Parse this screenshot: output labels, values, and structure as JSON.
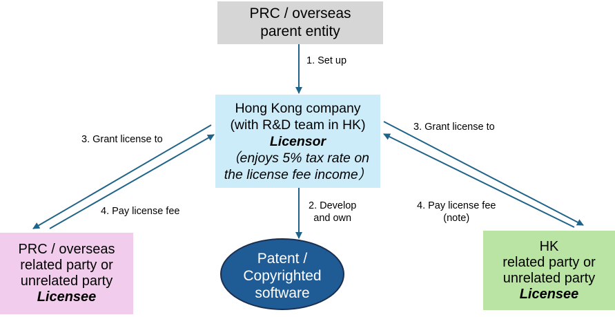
{
  "colors": {
    "arrow": "#1f6488",
    "parent_fill": "#d6d6d6",
    "licensor_fill": "#cdecf9",
    "left_licensee_fill": "#f2ccec",
    "right_licensee_fill": "#b9e4a3",
    "ellipse_fill": "#1f5b95",
    "ellipse_stroke": "#1a2f4f"
  },
  "nodes": {
    "parent": {
      "lines": [
        "PRC / overseas",
        "parent entity"
      ]
    },
    "licensor": {
      "lines": [
        "Hong Kong company",
        "(with R&D team in HK)"
      ],
      "role": "Licensor",
      "note_lines": [
        "（enjoys 5% tax rate on",
        "the license fee income）"
      ]
    },
    "ip_asset": {
      "lines": [
        "Patent /",
        "Copyrighted",
        "software"
      ]
    },
    "licensee_prc": {
      "lines": [
        "PRC / overseas",
        "related party or",
        "unrelated party"
      ],
      "role": "Licensee"
    },
    "licensee_hk": {
      "lines": [
        "HK",
        "related party or",
        "unrelated party"
      ],
      "role": "Licensee"
    }
  },
  "edges": {
    "setup": {
      "label": "1. Set up"
    },
    "develop": {
      "lines": [
        "2. Develop",
        "and own"
      ]
    },
    "grant_left": {
      "label": "3. Grant license to"
    },
    "pay_left": {
      "label": "4. Pay license fee"
    },
    "grant_right": {
      "label": "3. Grant license to"
    },
    "pay_right": {
      "lines": [
        "4. Pay license fee",
        "(note)"
      ]
    }
  }
}
